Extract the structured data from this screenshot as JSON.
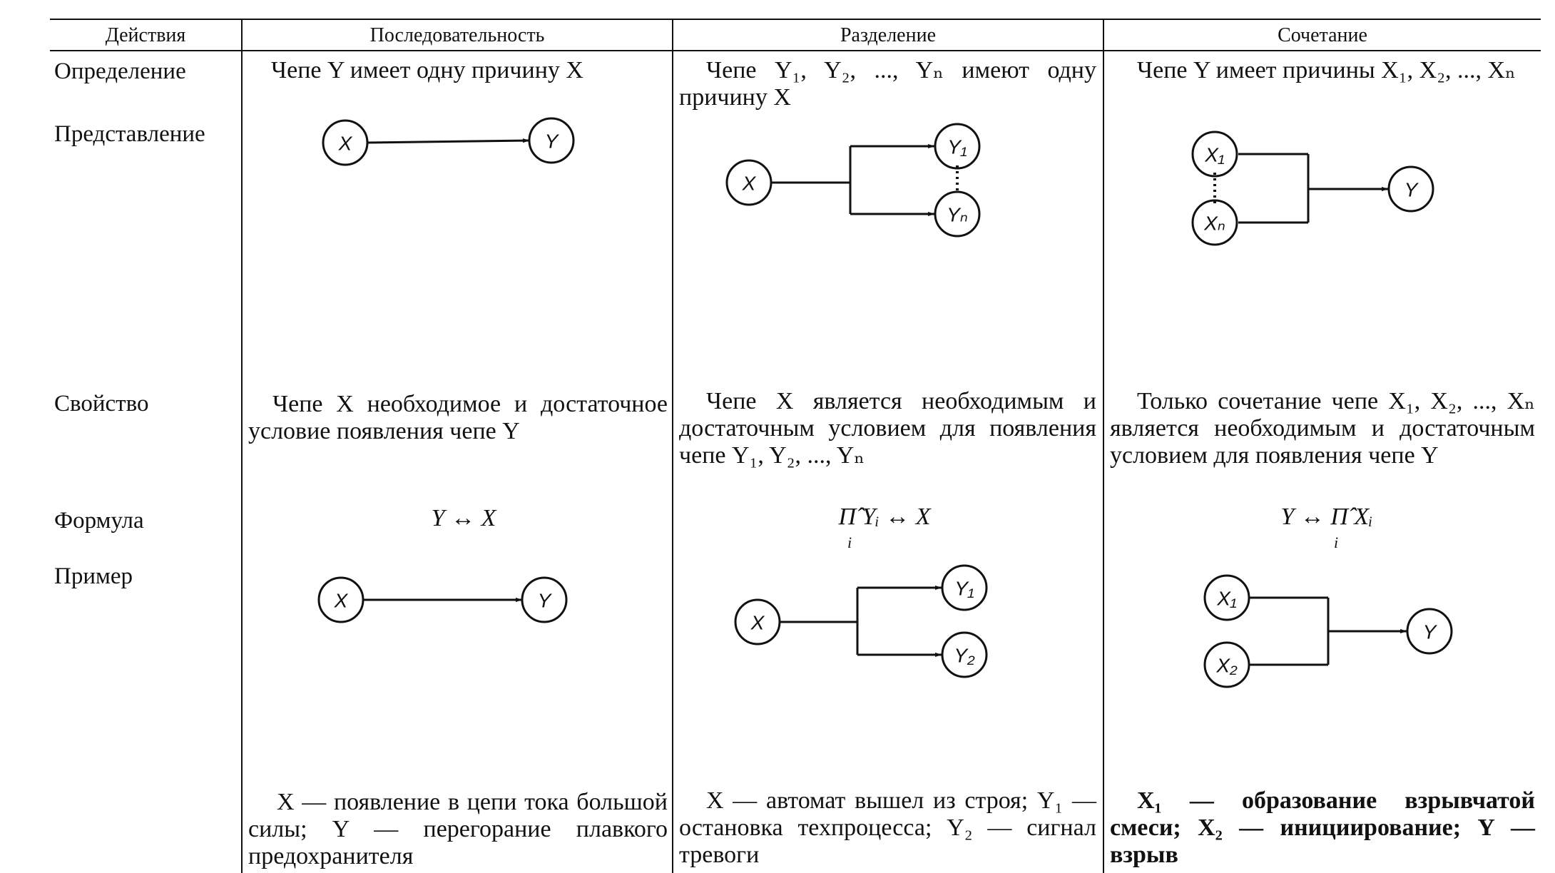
{
  "header": {
    "col0": "Действия",
    "col1": "Последовательность",
    "col2": "Разделение",
    "col3": "Сочетание"
  },
  "rows": {
    "definition": "Определение",
    "representation": "Представление",
    "property": "Свойство",
    "formula": "Формула",
    "example": "Пример"
  },
  "definition": {
    "seq": "Чепе Y имеет одну причину X",
    "split": "Чепе Y₁, Y₂, ..., Yₙ имеют одну причину X",
    "comb": "Чепе Y имеет причины X₁, X₂, ..., Xₙ"
  },
  "property": {
    "seq": "Чепе X необходимое и достаточное условие появления чепе Y",
    "split": "Чепе X является необходимым и достаточным условием для появления чепе Y₁, Y₂, ..., Yₙ",
    "comb": "Только сочетание чепе X₁, X₂, ..., Xₙ является необходимым и достаточным условием для появления чепе Y"
  },
  "formula": {
    "seq": "Y ↔ X",
    "split_main": "Π̂ Yᵢ ↔ X",
    "split_index": "i",
    "comb_main": "Y ↔  Π̂ Xᵢ",
    "comb_index": "i"
  },
  "diagram_labels": {
    "x": "X",
    "y": "Y",
    "y1": "Y₁",
    "yn": "Yₙ",
    "y2": "Y₂",
    "x1": "X₁",
    "xn": "Xₙ",
    "x2": "X₂"
  },
  "example": {
    "seq": "X — появление в цепи тока большой силы; Y — перегорание плавкого предохранителя",
    "split": "X — автомат вышел из строя; Y₁ — остановка техпроцесса; Y₂ — сигнал тревоги",
    "comb": "X₁ — образование взрывчатой смеси; X₂ — инициирование; Y — взрыв"
  }
}
